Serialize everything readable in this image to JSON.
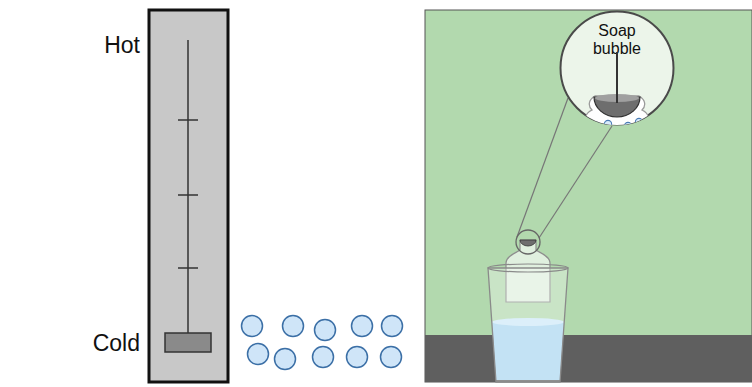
{
  "diagram": {
    "nodes": [
      {
        "text": [
          "Soap bubble"
        ]
      }
    ],
    "labels": [
      "Hot",
      "Cold"
    ]
  }
}
